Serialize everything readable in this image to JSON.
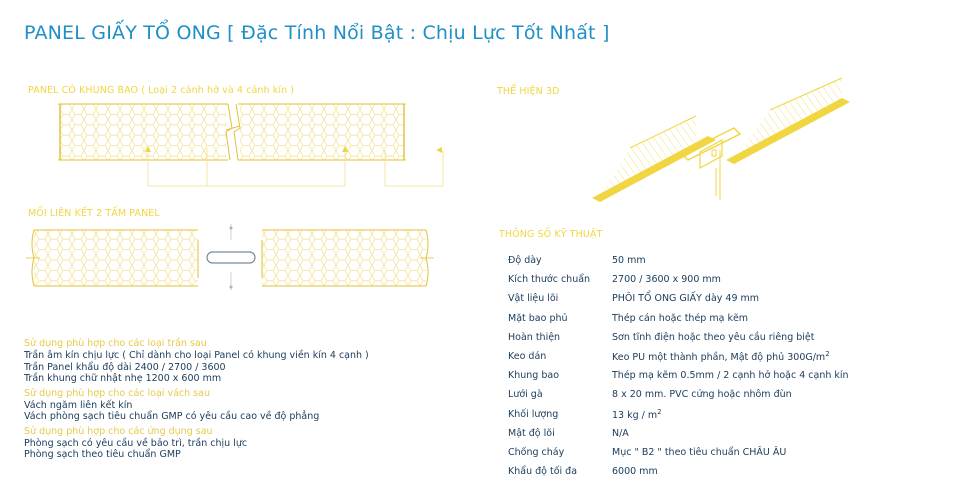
{
  "title": "PANEL GIẤY TỔ ONG  [ Đặc Tính Nổi Bật : Chịu Lực Tốt Nhất ]",
  "sections": {
    "frame_panel": "PANEL CÓ KHUNG BAO ( Loại 2 cánh hở và 4 cánh kín )",
    "view_3d": "THỂ HIỆN 3D",
    "joint": "MỐI LIÊN KẾT 2 TẤM PANEL",
    "specs_heading": "THÔNG SỐ KỸ THUẬT"
  },
  "colors": {
    "title": "#1f8fc8",
    "accent_yellow": "#f0d640",
    "text": "#1a3b5a"
  },
  "uses": [
    {
      "heading": "Sử dụng phù hợp cho các loại trần sau",
      "lines": [
        "Trần âm kín chịu lực ( Chỉ dành cho loại Panel có khung viền kín 4 cạnh )",
        "Trần Panel khẩu độ dài 2400 / 2700 / 3600",
        "Trần khung chữ nhật nhẹ 1200 x 600 mm"
      ]
    },
    {
      "heading": "Sử dụng phù hợp cho các loại vách sau",
      "lines": [
        "Vách ngăm liên kết kín",
        "Vách phòng sạch tiêu chuẩn GMP có yêu cầu cao về độ phẳng"
      ]
    },
    {
      "heading": "Sử dụng phù hợp cho các ứng dụng sau",
      "lines": [
        "Phòng sạch có yêu cầu về bảo trì, trần chịu lực",
        "Phòng sạch theo tiêu chuẩn GMP"
      ]
    }
  ],
  "specs": [
    {
      "label": "Độ dày",
      "value": "50 mm",
      "sup": ""
    },
    {
      "label": "Kích thước chuẩn",
      "value": "2700 / 3600 x 900 mm",
      "sup": ""
    },
    {
      "label": "Vật liệu lõi",
      "value": "PHÔI TỔ ONG GIẤY dày 49 mm",
      "sup": ""
    },
    {
      "label": "Mặt bao phủ",
      "value": "Thép cán hoặc thép mạ kẽm",
      "sup": ""
    },
    {
      "label": "Hoàn thiện",
      "value": "Sơn tĩnh điện hoặc theo yêu cầu riêng biệt",
      "sup": ""
    },
    {
      "label": "Keo dán",
      "value": "Keo PU một thành phần, Mật độ phủ 300G/m",
      "sup": "2"
    },
    {
      "label": "Khung bao",
      "value": "Thép mạ kẽm 0.5mm / 2 cạnh hở hoặc 4 cạnh kín",
      "sup": ""
    },
    {
      "label": "Lưới gà",
      "value": "8 x 20 mm. PVC cứng hoặc nhôm đùn",
      "sup": ""
    },
    {
      "label": "Khối lượng",
      "value": "13 kg / m",
      "sup": "2"
    },
    {
      "label": "Mật độ lõi",
      "value": "N/A",
      "sup": ""
    },
    {
      "label": "Chống cháy",
      "value": "Mục \" B2 \" theo tiêu chuẩn CHÂU ÂU",
      "sup": ""
    },
    {
      "label": "Khẩu độ tối đa",
      "value": "6000 mm",
      "sup": ""
    }
  ]
}
